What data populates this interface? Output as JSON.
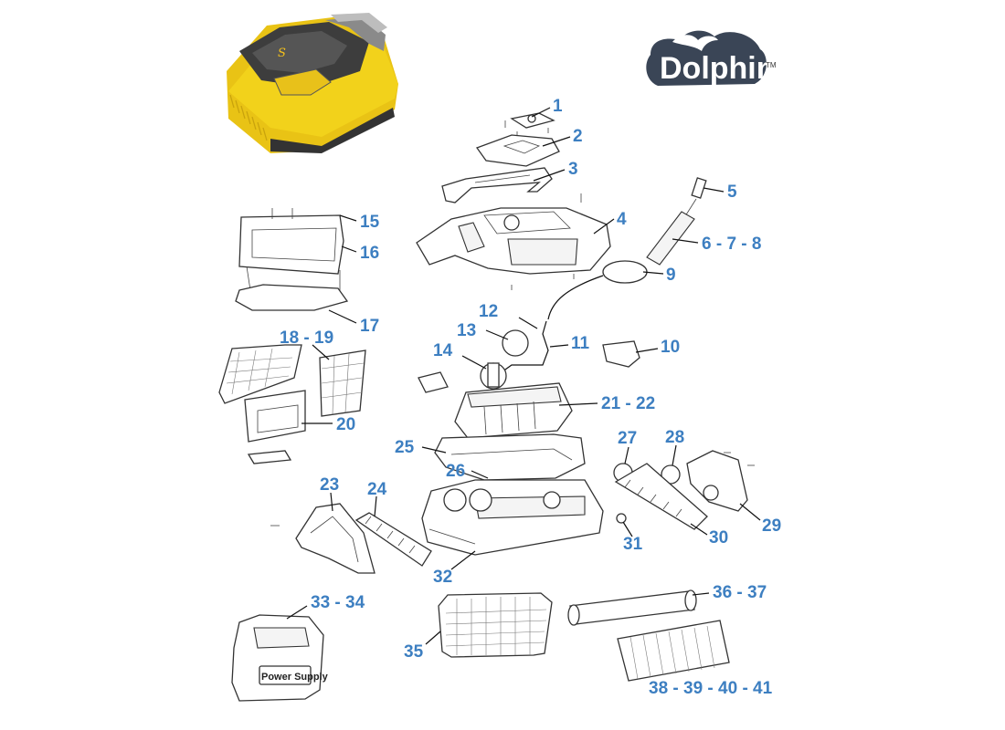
{
  "brand": {
    "name": "Dolphin",
    "trademark": "TM"
  },
  "product_badge": "S",
  "power_supply_label": "Power Supply",
  "colors": {
    "callout": "#3d7fc1",
    "robot_yellow": "#f2d21b",
    "robot_dark": "#3d3d3d",
    "logo_dark": "#3a4556"
  },
  "parts": [
    {
      "id": "p1",
      "label": "1"
    },
    {
      "id": "p2",
      "label": "2"
    },
    {
      "id": "p3",
      "label": "3"
    },
    {
      "id": "p4",
      "label": "4"
    },
    {
      "id": "p5",
      "label": "5"
    },
    {
      "id": "p6",
      "label": "6 - 7 - 8"
    },
    {
      "id": "p9",
      "label": "9"
    },
    {
      "id": "p10",
      "label": "10"
    },
    {
      "id": "p11",
      "label": "11"
    },
    {
      "id": "p12",
      "label": "12"
    },
    {
      "id": "p13",
      "label": "13"
    },
    {
      "id": "p14",
      "label": "14"
    },
    {
      "id": "p15",
      "label": "15"
    },
    {
      "id": "p16",
      "label": "16"
    },
    {
      "id": "p17",
      "label": "17"
    },
    {
      "id": "p18",
      "label": "18 - 19"
    },
    {
      "id": "p20",
      "label": "20"
    },
    {
      "id": "p21",
      "label": "21 - 22"
    },
    {
      "id": "p23",
      "label": "23"
    },
    {
      "id": "p24",
      "label": "24"
    },
    {
      "id": "p25",
      "label": "25"
    },
    {
      "id": "p26",
      "label": "26"
    },
    {
      "id": "p27",
      "label": "27"
    },
    {
      "id": "p28",
      "label": "28"
    },
    {
      "id": "p29",
      "label": "29"
    },
    {
      "id": "p30",
      "label": "30"
    },
    {
      "id": "p31",
      "label": "31"
    },
    {
      "id": "p32",
      "label": "32"
    },
    {
      "id": "p33",
      "label": "33 - 34"
    },
    {
      "id": "p35",
      "label": "35"
    },
    {
      "id": "p36",
      "label": "36 - 37"
    },
    {
      "id": "p38",
      "label": "38 - 39 - 40 - 41"
    }
  ]
}
